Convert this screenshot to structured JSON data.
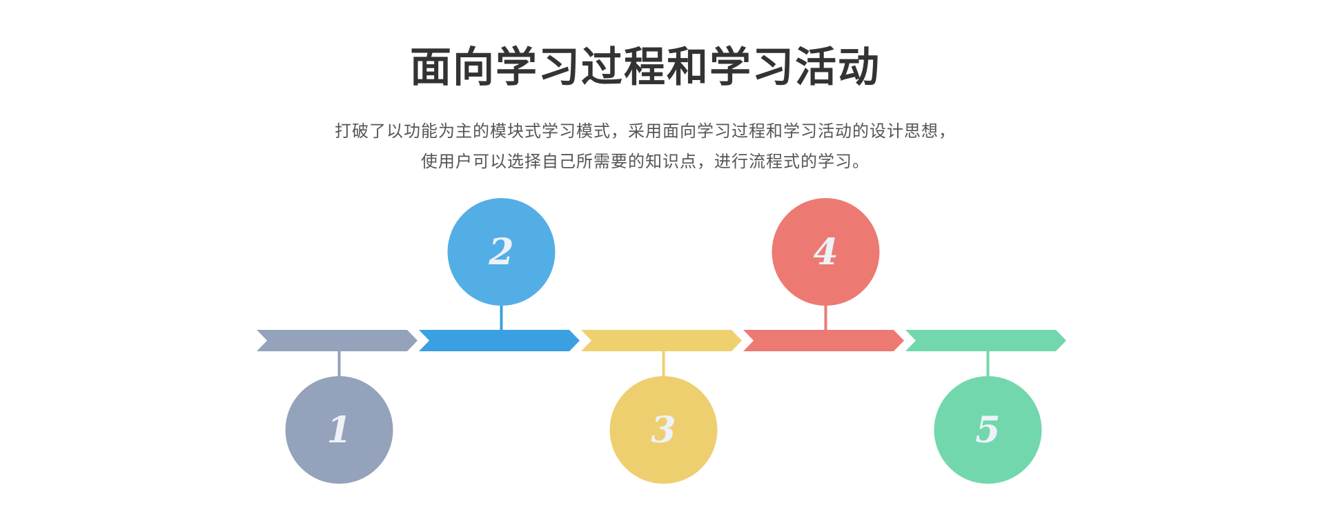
{
  "title": "面向学习过程和学习活动",
  "subtitle": {
    "line1": "打破了以功能为主的模块式学习模式，采用面向学习过程和学习活动的设计思想，",
    "line2": "使用户可以选择自己所需要的知识点，进行流程式的学习。"
  },
  "steps": [
    {
      "number": "1",
      "position": "below",
      "arrow_color": "#94a2bb",
      "circle_color": "#94a2bb"
    },
    {
      "number": "2",
      "position": "above",
      "arrow_color": "#3aa0e2",
      "circle_color": "#54aee6"
    },
    {
      "number": "3",
      "position": "below",
      "arrow_color": "#efd06f",
      "circle_color": "#eecf6f"
    },
    {
      "number": "4",
      "position": "above",
      "arrow_color": "#ec7a73",
      "circle_color": "#ec7a73"
    },
    {
      "number": "5",
      "position": "below",
      "arrow_color": "#72d7ac",
      "circle_color": "#72d7ac"
    }
  ]
}
